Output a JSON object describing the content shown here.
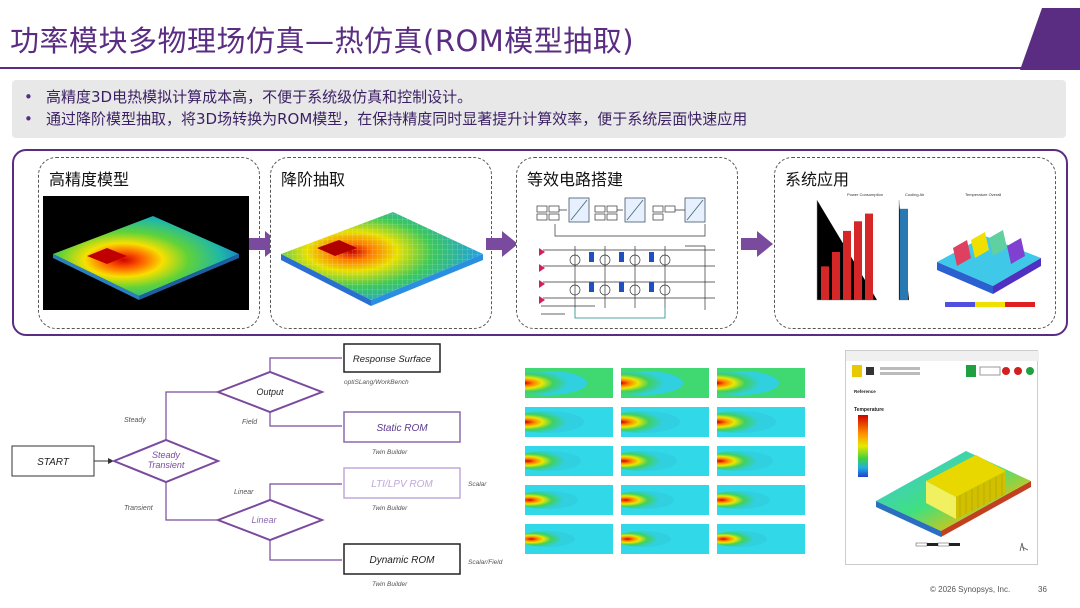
{
  "title": "功率模块多物理场仿真—热仿真(ROM模型抽取)",
  "bullets": [
    "高精度3D电热模拟计算成本高，不便于系统级仿真和控制设计。",
    "通过降阶模型抽取，将3D场转换为ROM模型，在保持精度同时显著提升计算效率，便于系统层面快速应用"
  ],
  "workflow": {
    "steps": [
      {
        "label": "高精度模型"
      },
      {
        "label": "降阶抽取"
      },
      {
        "label": "等效电路搭建"
      },
      {
        "label": "系统应用"
      }
    ],
    "system_chart": {
      "bar_title": "Power Consumption",
      "cooling_title": "Cooling Air",
      "thermal_title": "Temperature Overall",
      "bar_values": [
        0.35,
        0.5,
        0.72,
        0.82,
        0.9
      ],
      "cooling_level": 0.95
    }
  },
  "flow": {
    "start": "START",
    "decision_steady": "Steady\nTransient",
    "decision_output": "Output",
    "decision_linear": "Linear",
    "edge_steady": "Steady",
    "edge_transient": "Transient",
    "edge_field": "Field",
    "edge_linear": "Linear",
    "boxes": [
      {
        "label": "Response Surface",
        "sub": "optiSLang/WorkBench",
        "tag": ""
      },
      {
        "label": "Static ROM",
        "sub": "Twin Builder",
        "tag": ""
      },
      {
        "label": "LTI/LPV ROM",
        "sub": "Twin Builder",
        "tag": "Scalar"
      },
      {
        "label": "Dynamic ROM",
        "sub": "Twin Builder",
        "tag": "Scalar/Field"
      }
    ]
  },
  "tool": {
    "reference_label": "Reference",
    "temperature_label": "Temperature"
  },
  "footer": {
    "copyright": "© 2026 Synopsys, Inc.",
    "page": "36"
  },
  "colors": {
    "brand": "#5a2d82",
    "arrow": "#7a4a9e",
    "box_purple": "#8a6ab0"
  }
}
